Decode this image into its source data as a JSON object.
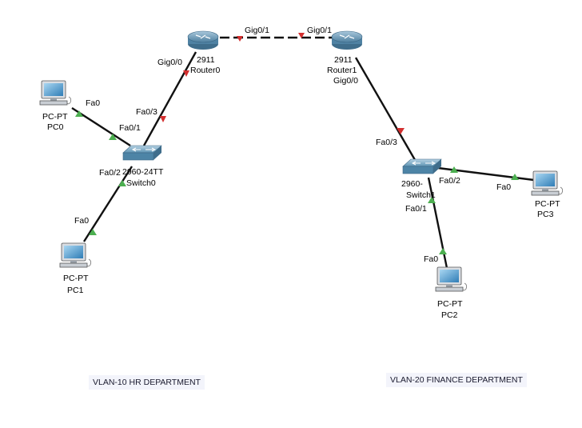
{
  "devices": {
    "router0": {
      "model": "2911",
      "name": "Router0"
    },
    "router1": {
      "model": "2911",
      "name": "Router1"
    },
    "switch0": {
      "model": "2960-24TT",
      "name": "Switch0"
    },
    "switch1": {
      "model": "2960-",
      "name": "Switch1"
    },
    "pc0": {
      "model": "PC-PT",
      "name": "PC0"
    },
    "pc1": {
      "model": "PC-PT",
      "name": "PC1"
    },
    "pc2": {
      "model": "PC-PT",
      "name": "PC2"
    },
    "pc3": {
      "model": "PC-PT",
      "name": "PC3"
    }
  },
  "ports": {
    "r0_gig01": "Gig0/1",
    "r1_gig01": "Gig0/1",
    "r0_gig00": "Gig0/0",
    "r1_gig00": "Gig0/0",
    "sw0_fa03": "Fa0/3",
    "sw0_fa01": "Fa0/1",
    "sw0_fa02": "Fa0/2",
    "pc0_fa0": "Fa0",
    "pc1_fa0": "Fa0",
    "sw1_fa03": "Fa0/3",
    "sw1_fa02": "Fa0/2",
    "sw1_fa01": "Fa0/1",
    "pc3_fa0": "Fa0",
    "pc2_fa0": "Fa0"
  },
  "notes": {
    "vlan10": "VLAN-10 HR DEPARTMENT",
    "vlan20": "VLAN-20 FINANCE DEPARTMENT"
  },
  "colors": {
    "link": "#000000",
    "link_up": "#4caf50",
    "link_down": "#d32f2f",
    "router": "#5b8fb0",
    "switch": "#5f9ab8",
    "pc_screen": "#4f95c4"
  }
}
